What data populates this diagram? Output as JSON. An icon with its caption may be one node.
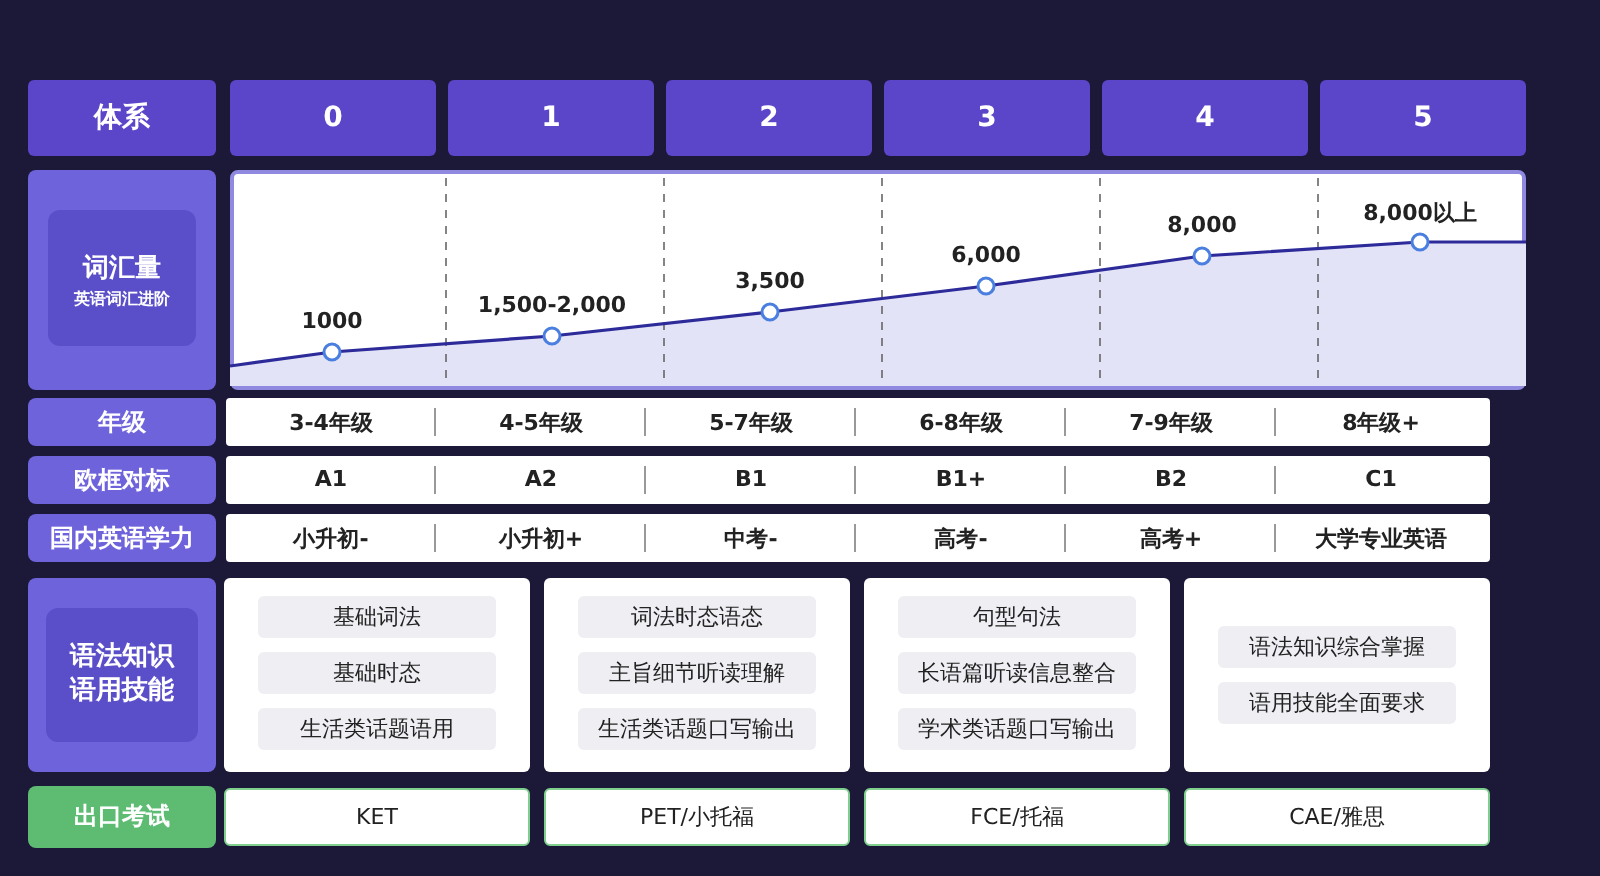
{
  "diagram": {
    "labels": [
      "体系",
      "0",
      "1",
      "2",
      "3",
      "4",
      "5",
      "词汇量",
      "英语词汇进阶",
      "1000",
      "1,500-2,000",
      "3,500",
      "6,000",
      "8,000",
      "8,000以上",
      "年级",
      "3-4年级",
      "4-5年级",
      "5-7年级",
      "6-8年级",
      "7-9年级",
      "8年级+",
      "欧框对标",
      "A1",
      "A2",
      "B1",
      "B1+",
      "B2",
      "C1",
      "国内英语学力",
      "小升初-",
      "小升初+",
      "中考-",
      "高考-",
      "高考+",
      "大学专业英语",
      "语法知识语用技能",
      "基础词法",
      "基础时态",
      "生活类话题语用",
      "词法时态语态",
      "主旨细节听读理解",
      "生活类话题口写输出",
      "句型句法",
      "长语篇听读信息整合",
      "学术类话题口写输出",
      "语法知识综合掌握",
      "语用技能全面要求",
      "出口考试",
      "KET",
      "PET/小托福",
      "FCE/托福",
      "CAE/雅思"
    ]
  }
}
